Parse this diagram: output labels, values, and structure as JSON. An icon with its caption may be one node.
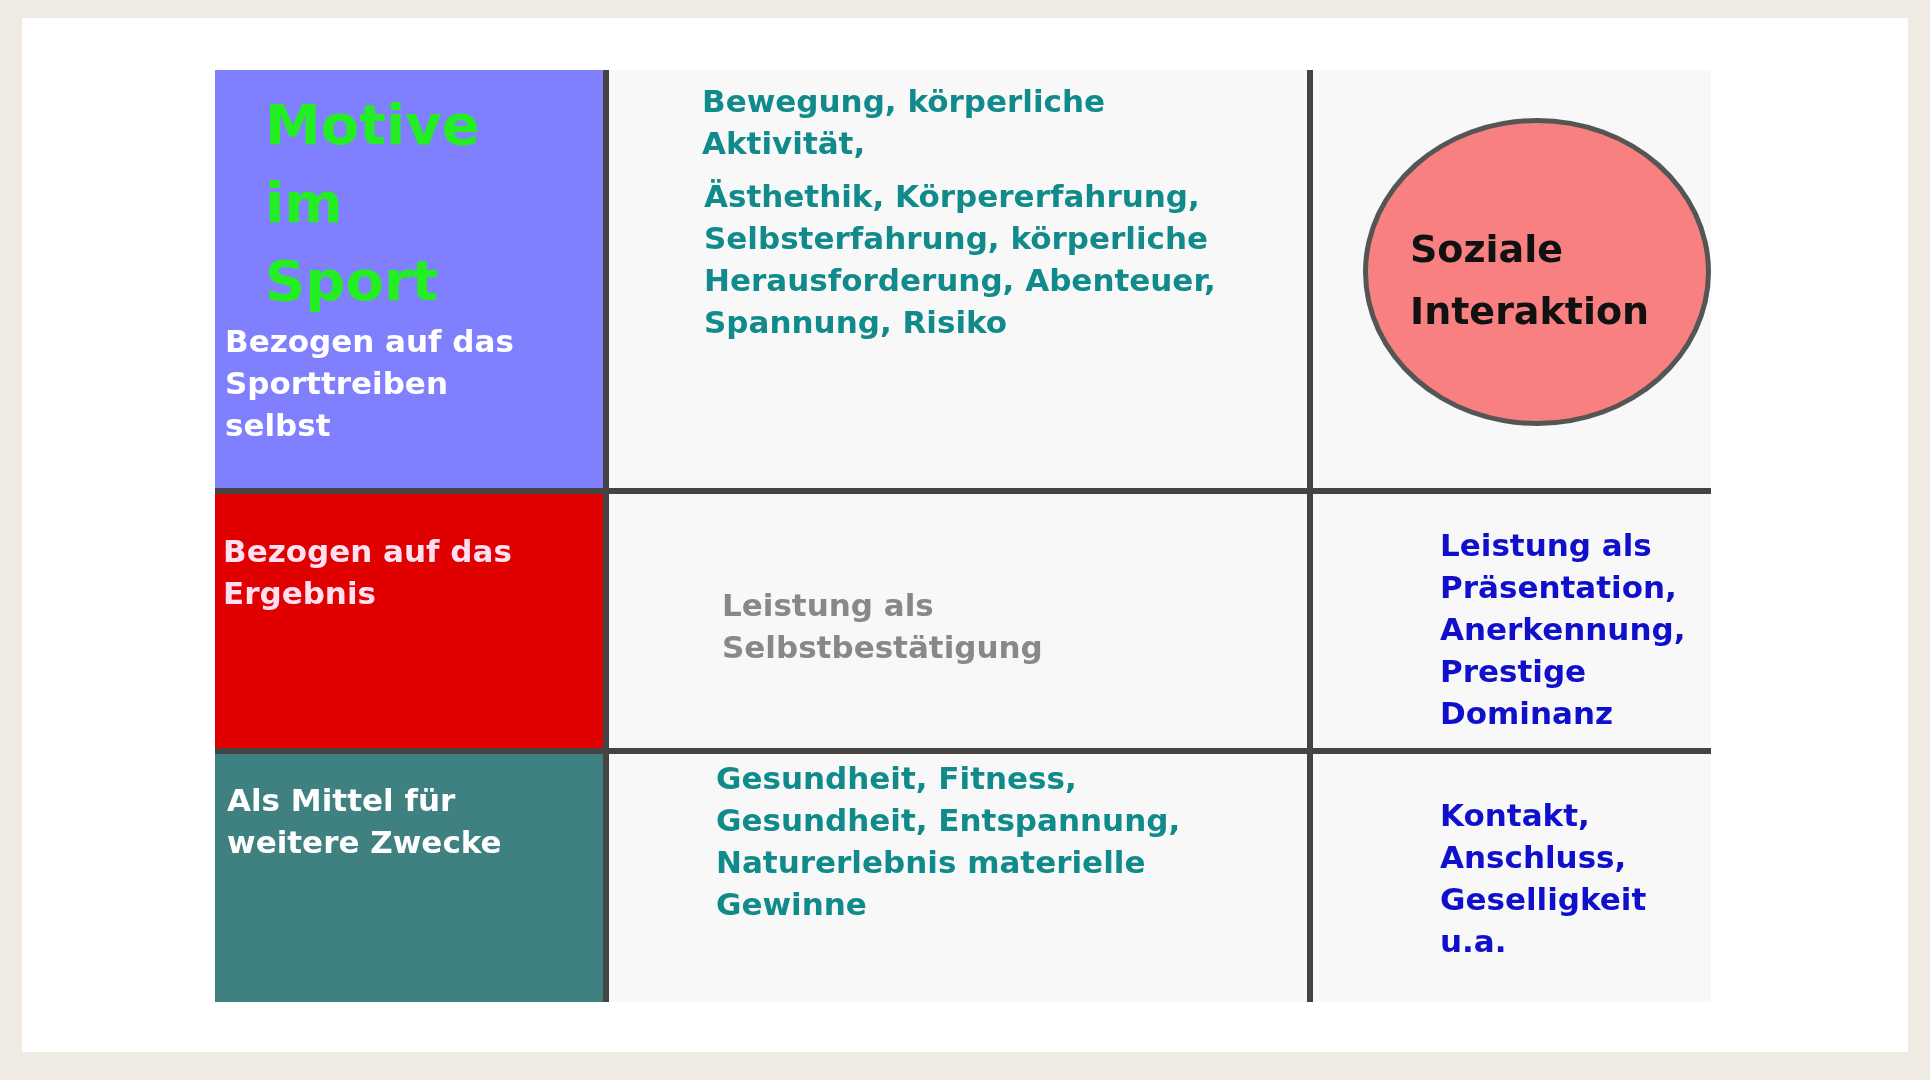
{
  "diagram": {
    "nodes": [
      {
        "text": [
          "Motive im Sport",
          "Bezogen auf das Sporttreiben selbst"
        ]
      },
      {
        "text": [
          "Bewegung, körperliche Aktivität,",
          "Ästhethik, Körpererfahrung, Selbsterfahrung, körperliche Herausforderung, Abenteuer, Spannung, Risiko"
        ]
      },
      {
        "text": [],
        "shape": "box"
      },
      {
        "text": [
          "Soziale Interaktion"
        ],
        "in": 2
      },
      {
        "text": [
          "Bezogen auf das Ergebnis"
        ]
      },
      {
        "text": [
          "Leistung als Selbstbestätigung"
        ]
      },
      {
        "text": [
          "Leistung als Präsentation, Anerkennung, Prestige Dominanz"
        ]
      },
      {
        "text": [
          "Als Mittel für weitere Zwecke"
        ]
      },
      {
        "text": [
          "Gesundheit, Fitness, Gesundheit, Entspannung, Naturerlebnis materielle Gewinne"
        ]
      },
      {
        "text": [
          "Kontakt, Anschluss, Geselligkeit u.a."
        ]
      }
    ],
    "edges": []
  }
}
